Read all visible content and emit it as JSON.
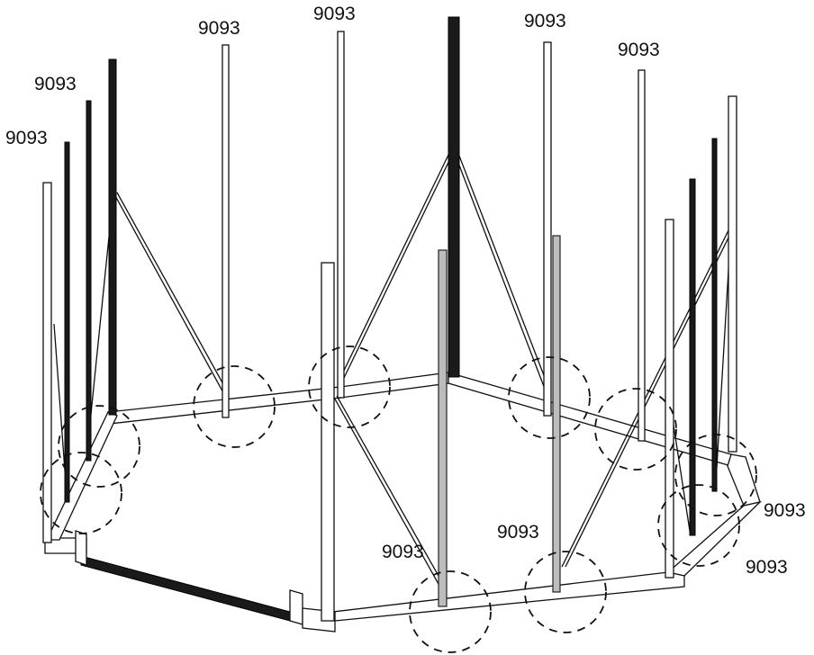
{
  "part_labels": [
    "9093",
    "9093",
    "9093",
    "9093",
    "9093",
    "9093",
    "9093",
    "9093",
    "9093",
    "9093"
  ],
  "colors": {
    "line": "#111111",
    "background": "#ffffff",
    "dark_post": "#1a1a1a",
    "mid_post": "#bdbdbd"
  }
}
